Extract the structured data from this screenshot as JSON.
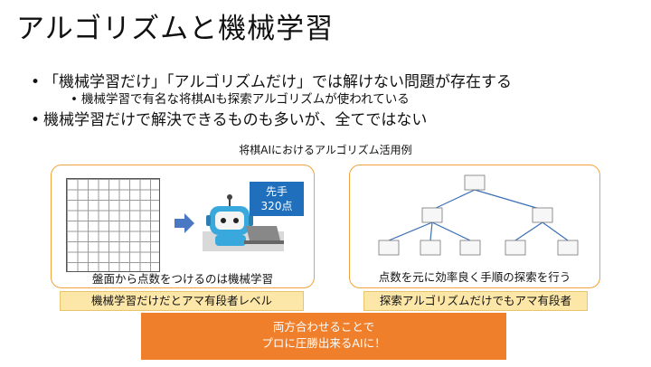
{
  "slide": {
    "title": "アルゴリズムと機械学習",
    "bullet1": "「機械学習だけ」「アルゴリズムだけ」では解けない問題が存在する",
    "bullet1_sub": "機械学習で有名な将棋AIも探索アルゴリズムが使われている",
    "bullet2": "機械学習だけで解決できるものも多いが、全てではない",
    "figure_caption": "将棋AIにおけるアルゴリズム活用例"
  },
  "left_panel": {
    "badge_line1": "先手",
    "badge_line2": "320点",
    "caption": "盤面から点数をつけるのは機械学習",
    "label": "機械学習だけだとアマ有段者レベル"
  },
  "right_panel": {
    "caption": "点数を元に効率良く手順の探索を行う",
    "label": "探索アルゴリズムだけでもアマ有段者"
  },
  "conclusion": {
    "line1": "両方合わせることで",
    "line2": "プロに圧勝出来るAIに！"
  },
  "colors": {
    "panel_border": "#f0a33a",
    "label_fill": "#fde7a8",
    "conclusion_fill": "#ef7f2b",
    "badge_fill": "#1f6fbd",
    "arrow": "#4a78c2"
  }
}
